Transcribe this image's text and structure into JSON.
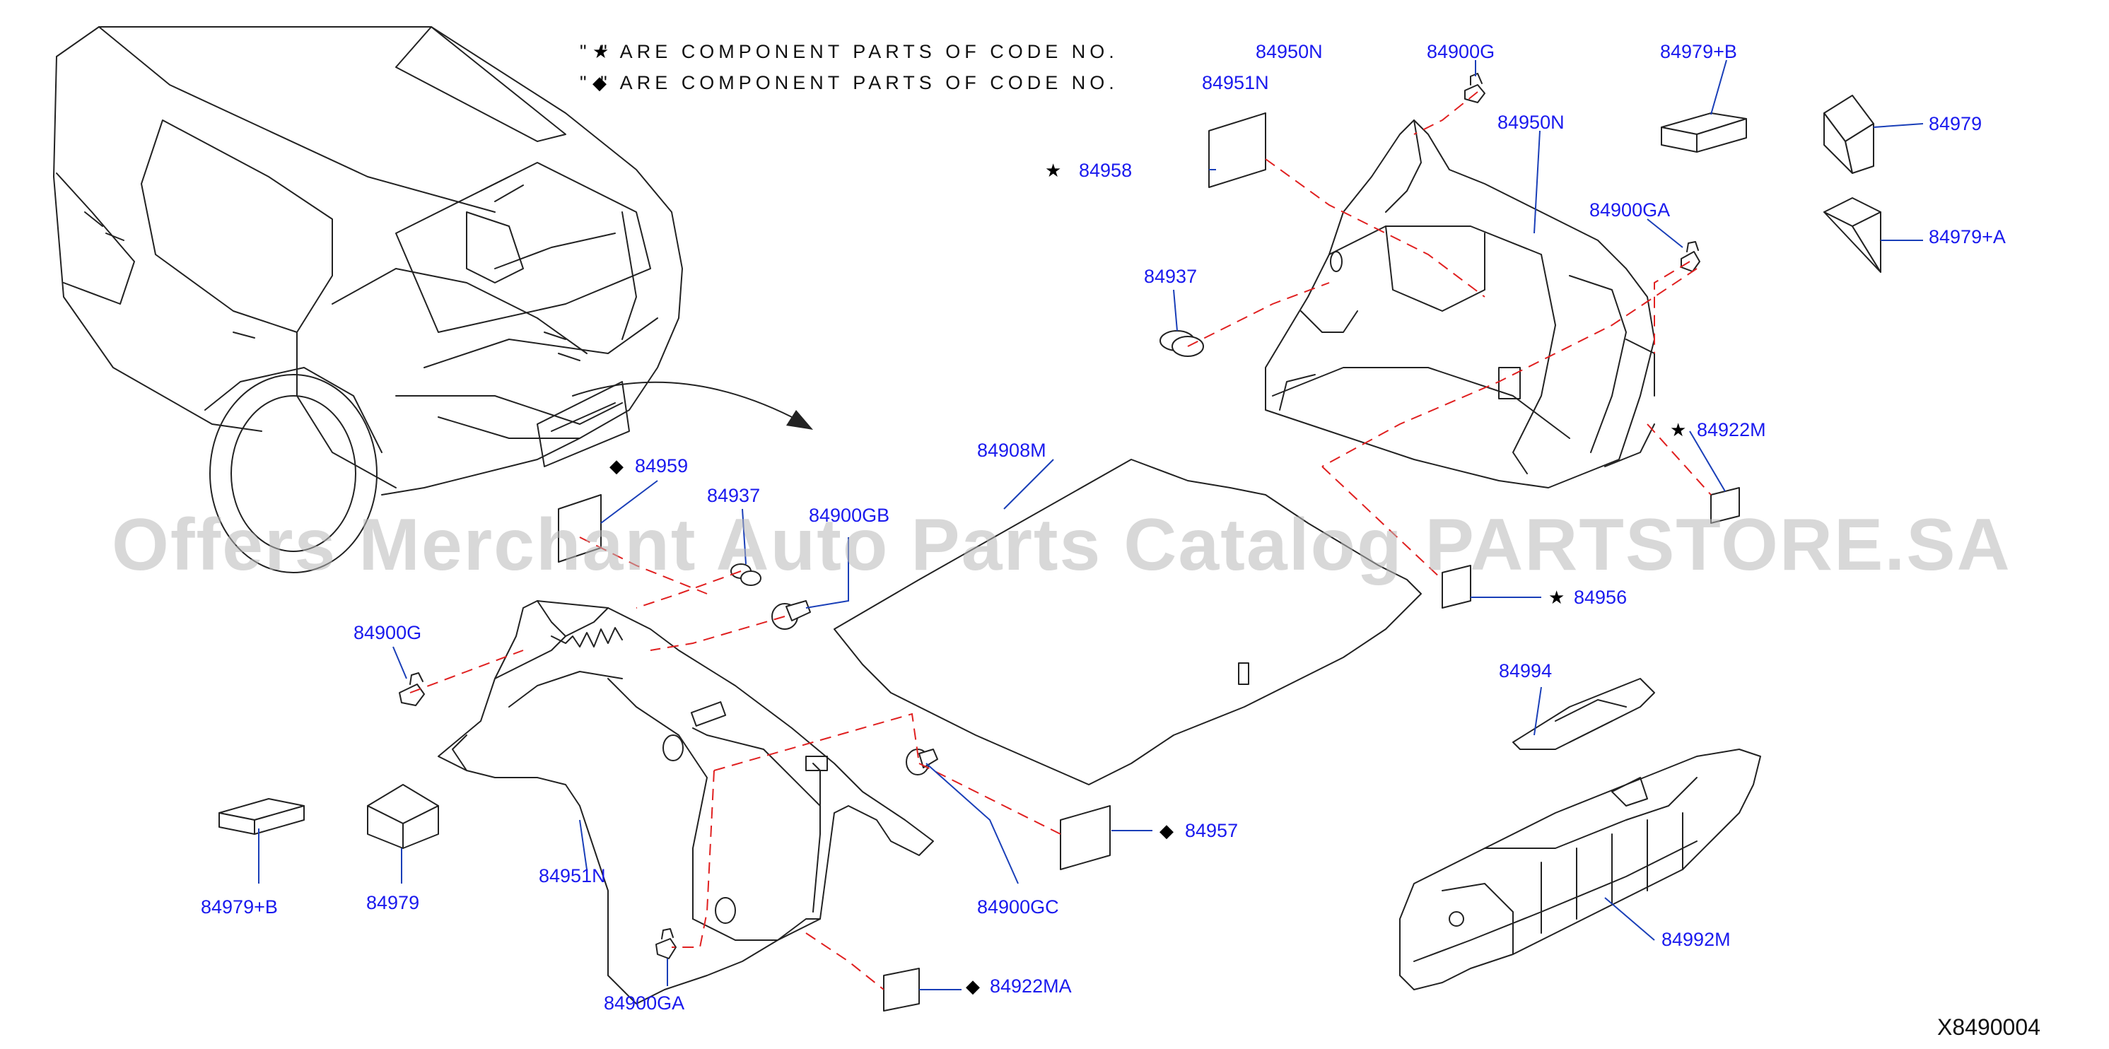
{
  "legend": {
    "star_line": {
      "symbol": "★",
      "text": "\"          \" ARE COMPONENT PARTS OF CODE NO.",
      "code": "84950N"
    },
    "diamond_line": {
      "symbol": "◆",
      "text": "\"          \" ARE COMPONENT PARTS OF CODE NO.",
      "code": "84951N"
    }
  },
  "watermark": "Offers Merchant Auto Parts Catalog PARTSTORE.SA",
  "diagram_code": "X8490004",
  "parts": {
    "p84900G_top": {
      "label": "84900G",
      "mark": ""
    },
    "p84979B_top": {
      "label": "84979+B",
      "mark": ""
    },
    "p84979_top": {
      "label": "84979",
      "mark": ""
    },
    "p84950N": {
      "label": "84950N",
      "mark": ""
    },
    "p84958": {
      "label": "84958",
      "mark": "★"
    },
    "p84900GA_top": {
      "label": "84900GA",
      "mark": ""
    },
    "p84979A": {
      "label": "84979+A",
      "mark": ""
    },
    "p84937_right": {
      "label": "84937",
      "mark": ""
    },
    "p84922M": {
      "label": "84922M",
      "mark": "★"
    },
    "p84908M": {
      "label": "84908M",
      "mark": ""
    },
    "p84959": {
      "label": "84959",
      "mark": "◆"
    },
    "p84937_left": {
      "label": "84937",
      "mark": ""
    },
    "p84900GB": {
      "label": "84900GB",
      "mark": ""
    },
    "p84956": {
      "label": "84956",
      "mark": "★"
    },
    "p84900G_left": {
      "label": "84900G",
      "mark": ""
    },
    "p84994": {
      "label": "84994",
      "mark": ""
    },
    "p84957": {
      "label": "84957",
      "mark": "◆"
    },
    "p84979B_bottom": {
      "label": "84979+B",
      "mark": ""
    },
    "p84979_bottom": {
      "label": "84979",
      "mark": ""
    },
    "p84951N": {
      "label": "84951N",
      "mark": ""
    },
    "p84900GC": {
      "label": "84900GC",
      "mark": ""
    },
    "p84992M": {
      "label": "84992M",
      "mark": ""
    },
    "p84922MA": {
      "label": "84922MA",
      "mark": "◆"
    },
    "p84900GA_bottom": {
      "label": "84900GA",
      "mark": ""
    }
  }
}
